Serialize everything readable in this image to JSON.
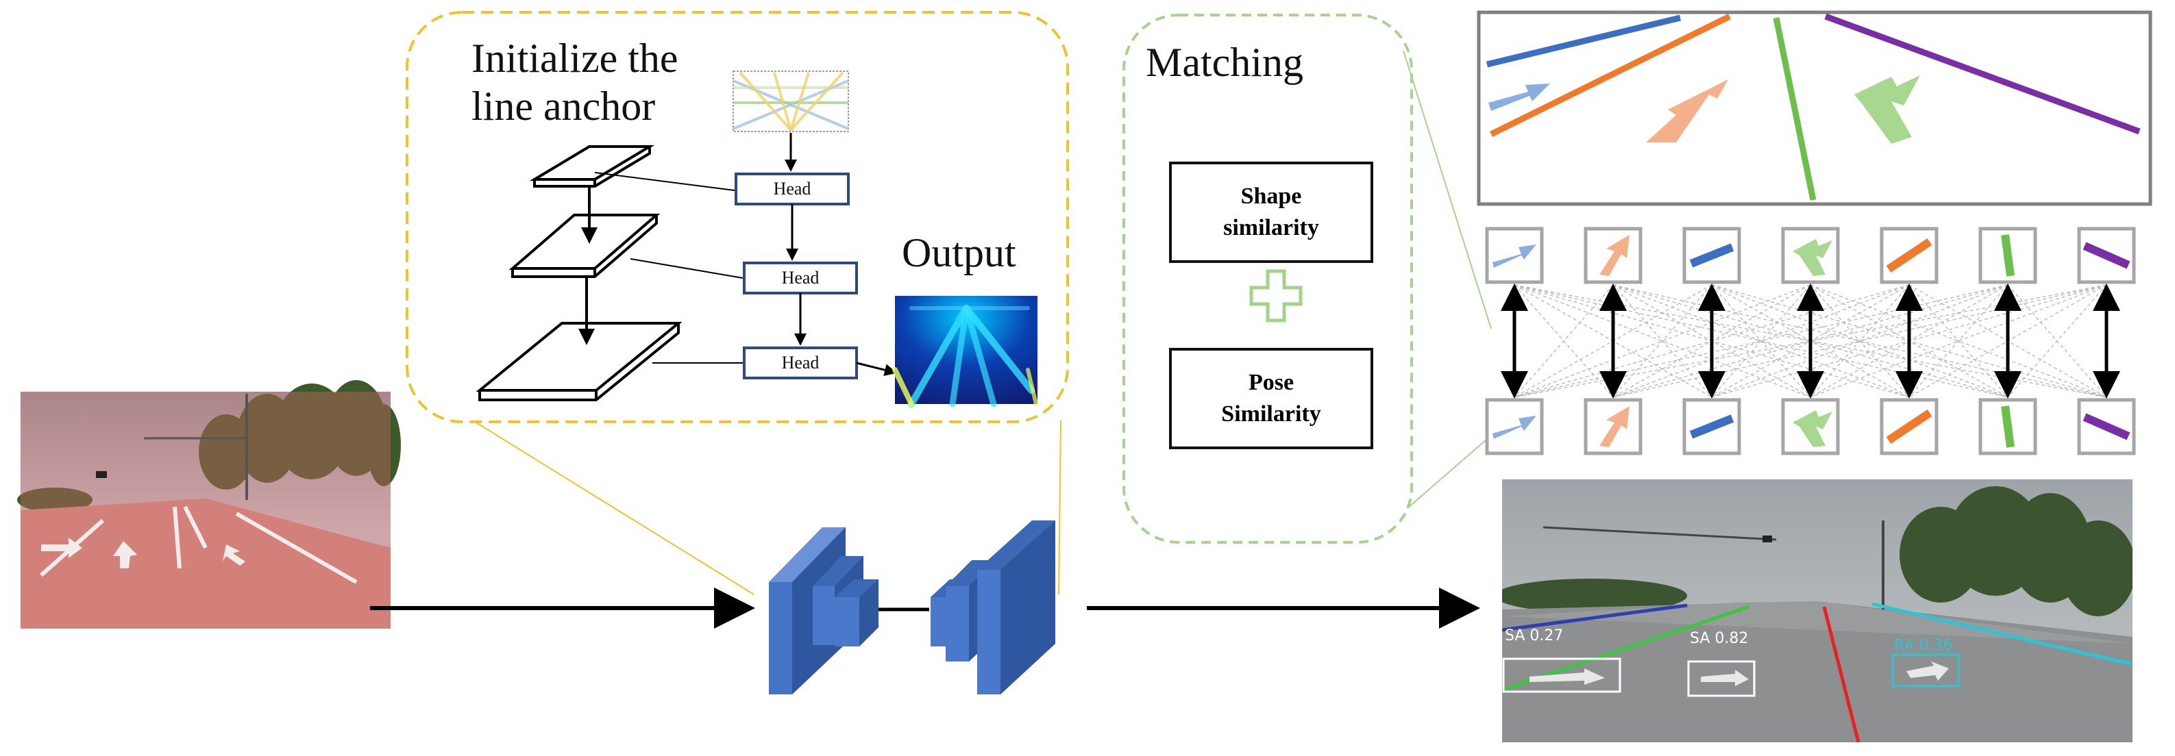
{
  "labels": {
    "init_line1": "Initialize the",
    "init_line2": "line anchor",
    "output": "Output",
    "matching": "Matching",
    "head": "Head"
  },
  "similarity": {
    "shape_line1": "Shape",
    "shape_line2": "similarity",
    "pose_line1": "Pose",
    "pose_line2": "Similarity"
  },
  "detections": [
    {
      "label": "SA 0.27"
    },
    {
      "label": "SA 0.82"
    },
    {
      "label": "RA 0.36"
    }
  ],
  "colors": {
    "frame_yellow": "#f2c12e",
    "frame_green": "#a6d38e",
    "network_blue": "#4472c4",
    "head_border": "#2e4a7d",
    "line_blue": "#3a6fc4",
    "line_orange": "#f07a2a",
    "line_green": "#6cbf4a",
    "line_purple": "#7a2ea6",
    "arrow_light_blue": "#8aaee0",
    "arrow_peach": "#f5b08a",
    "arrow_light_green": "#a8d890",
    "plus_green": "#9fd48a"
  },
  "matching_slots": [
    {
      "icon": "light-blue-arrow-icon"
    },
    {
      "icon": "peach-arrow-icon"
    },
    {
      "icon": "blue-lane-line-icon"
    },
    {
      "icon": "green-turn-arrow-icon"
    },
    {
      "icon": "orange-lane-line-icon"
    },
    {
      "icon": "green-lane-line-icon"
    },
    {
      "icon": "purple-lane-line-icon"
    }
  ]
}
